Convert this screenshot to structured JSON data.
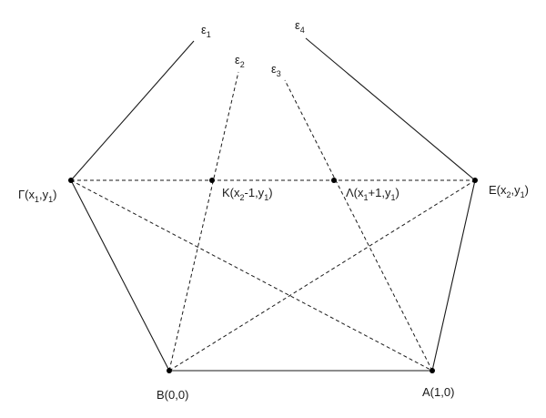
{
  "labels": {
    "B": "B(0,0)",
    "A": "A(1,0)",
    "Gamma": {
      "pre": "Γ(x",
      "s1": "1",
      "mid": ",y",
      "s2": "1",
      "post": ")"
    },
    "E": {
      "pre": "E(x",
      "s1": "2",
      "mid": ",y",
      "s2": "1",
      "post": ")"
    },
    "K": {
      "pre": "K(x",
      "s1": "2",
      "mid": "-1,y",
      "s2": "1",
      "post": ")"
    },
    "Lambda": {
      "pre": "Λ(x",
      "s1": "1",
      "mid": "+1,y",
      "s2": "1",
      "post": ")"
    },
    "e1": {
      "base": "ε",
      "sub": "1"
    },
    "e2": {
      "base": "ε",
      "sub": "2"
    },
    "e3": {
      "base": "ε",
      "sub": "3"
    },
    "e4": {
      "base": "ε",
      "sub": "4"
    }
  }
}
